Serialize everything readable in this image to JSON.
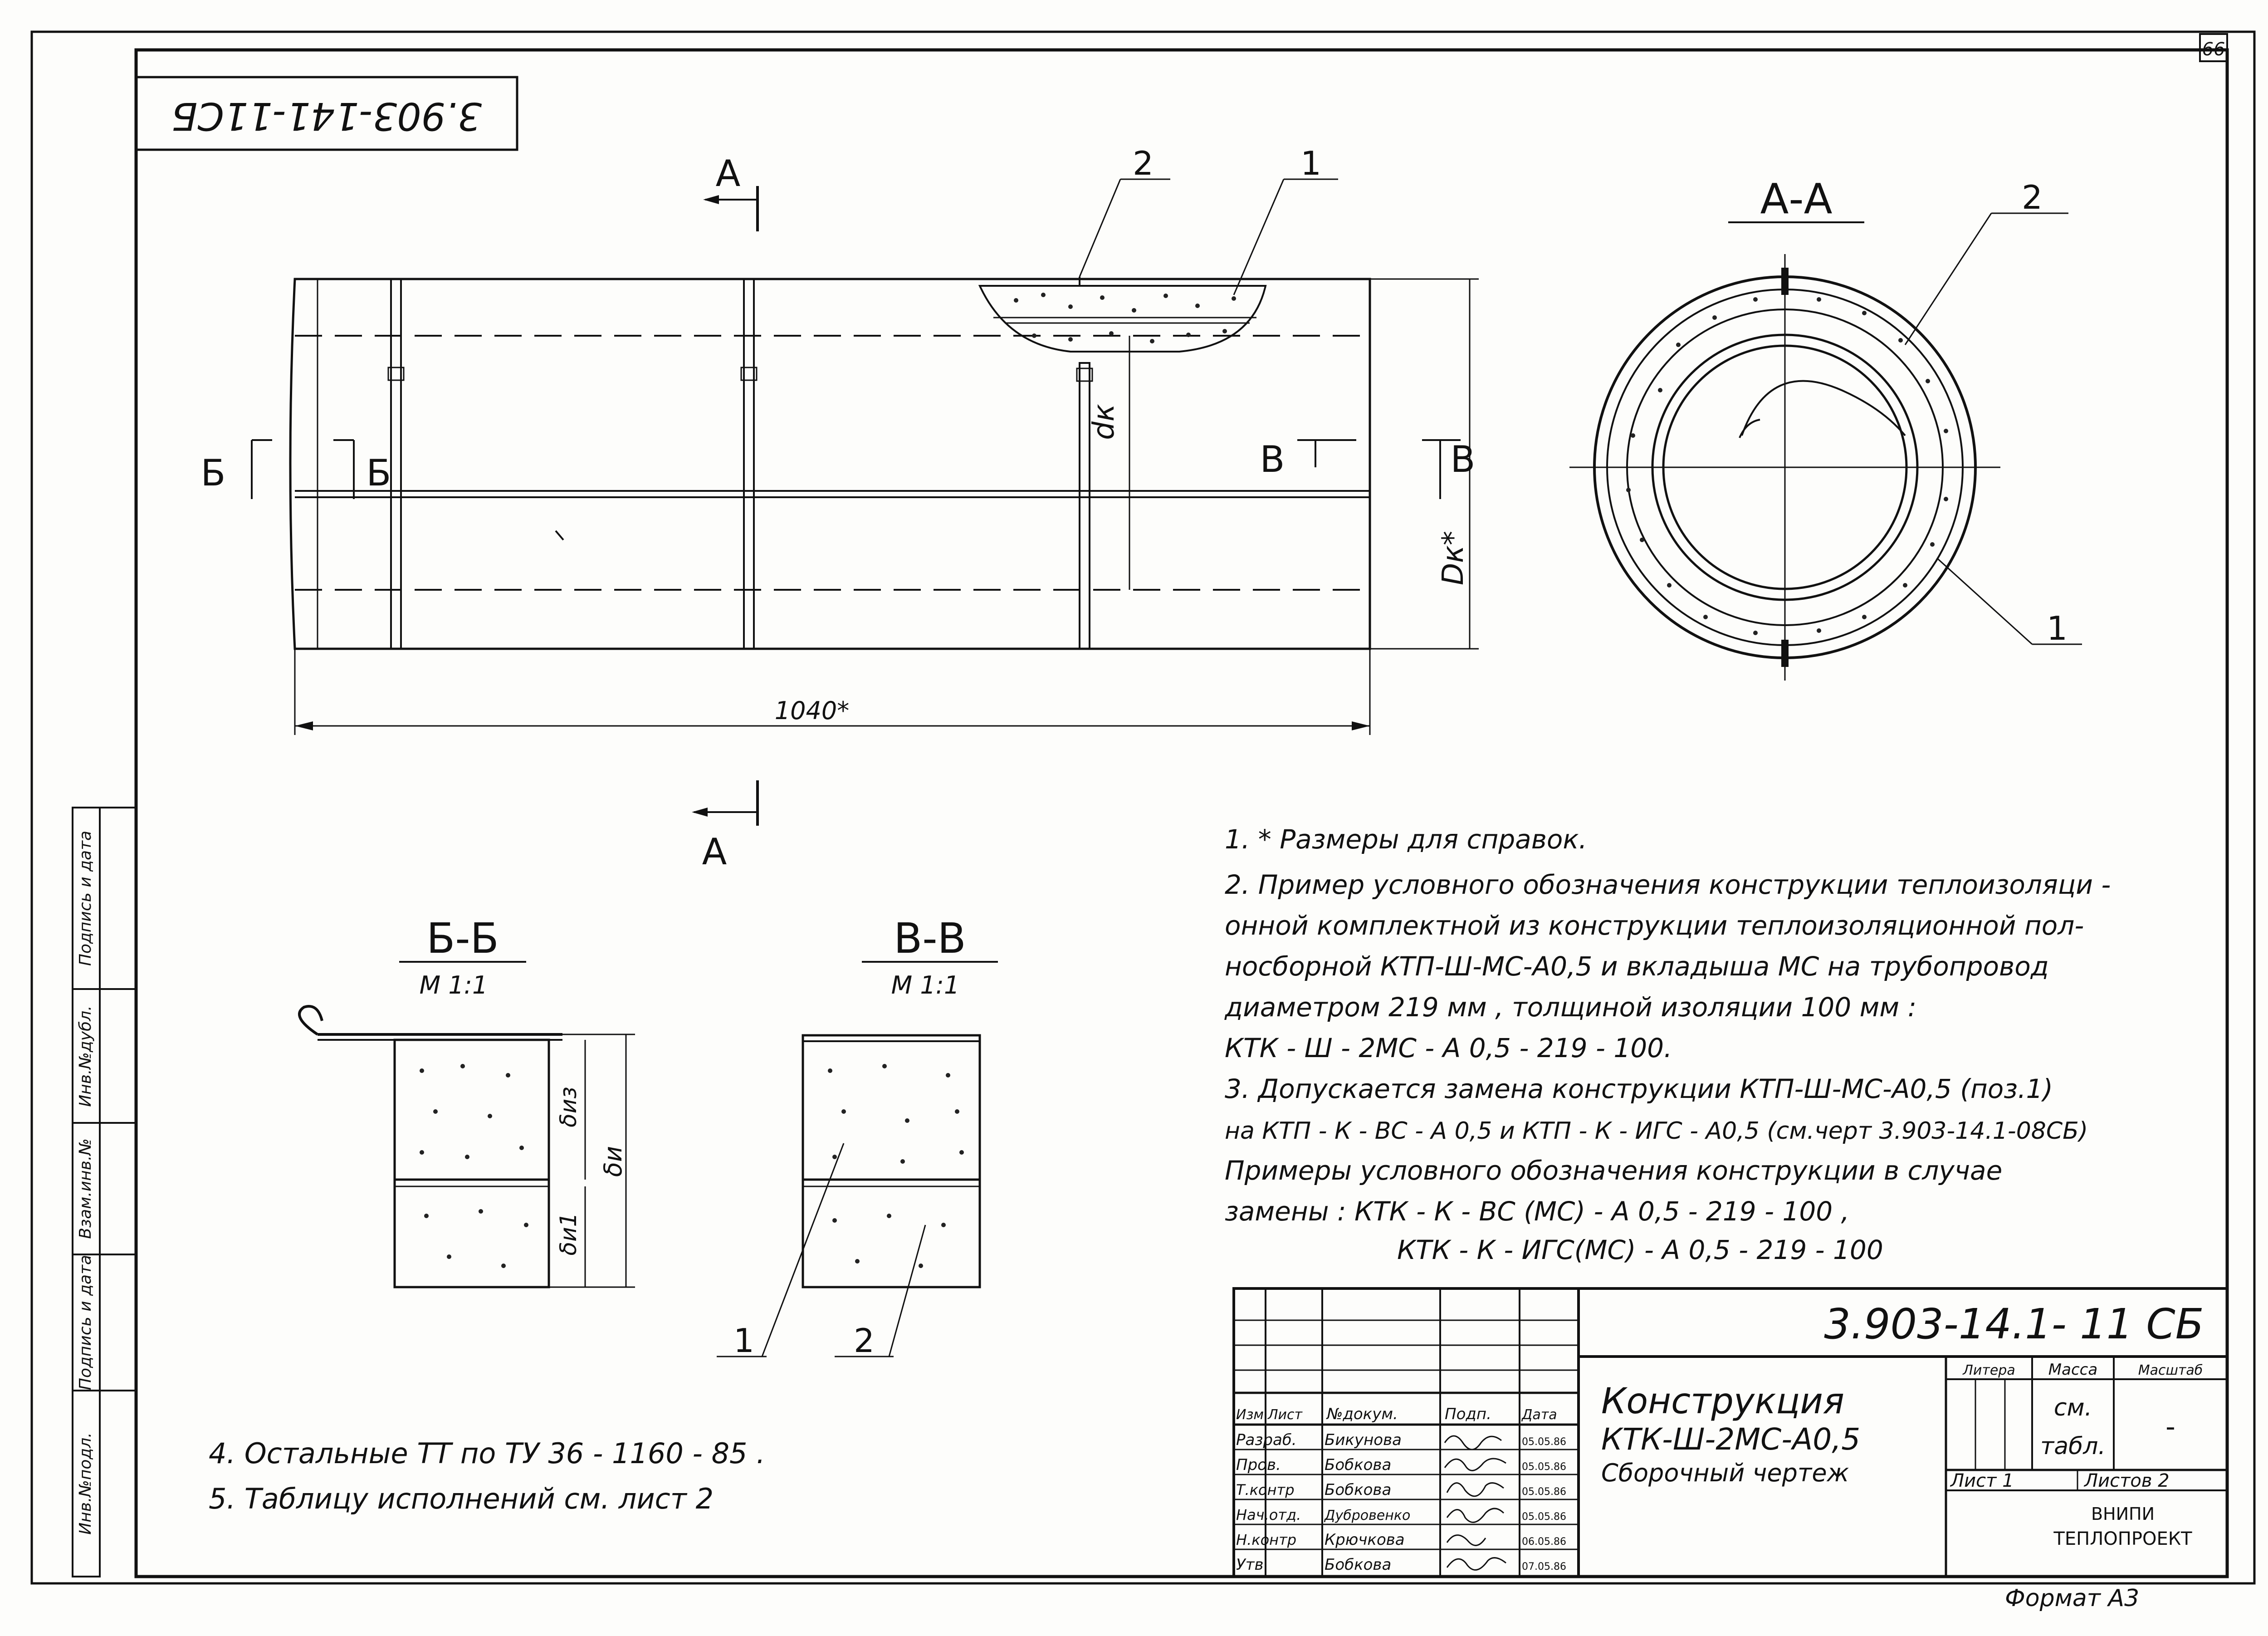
{
  "sheet": {
    "page_number": "66",
    "stamp_top_left": "3.903-141-11СБ",
    "format": "Формат А3"
  },
  "drawing": {
    "section_mark_a": "А",
    "leader_1": "1",
    "leader_2": "2",
    "mark_b": "Б",
    "mark_v": "В",
    "dim_dk": "dк",
    "dim_Dk": "Dк*",
    "dim_length": "1040*",
    "section_aa_title": "А-А",
    "section_bb_title": "Б-Б",
    "section_bb_scale": "М 1:1",
    "section_vv_title": "В-В",
    "section_vv_scale": "М 1:1",
    "dim_delta_iz": "δиз",
    "dim_delta_i": "δи",
    "dim_delta_i1": "δи1"
  },
  "notes": {
    "n1": "1. * Размеры для справок.",
    "n2_l1": "2. Пример условного обозначения конструкции теплоизоляци -",
    "n2_l2": "онной комплектной из конструкции теплоизоляционной пол-",
    "n2_l3": "носборной КТП-Ш-МС-А0,5 и вкладыша МС на трубопровод",
    "n2_l4": "диаметром 219 мм , толщиной изоляции 100 мм :",
    "n2_l5": "КТК - Ш - 2МС - А 0,5 - 219 - 100.",
    "n3_l1": "3. Допускается замена конструкции КТП-Ш-МС-А0,5 (поз.1)",
    "n3_l2": "на КТП - К - ВС - А 0,5 и КТП - К - ИГС - А0,5 (см.черт 3.903-14.1-08СБ)",
    "n3_l3": "Примеры условного обозначения конструкции в случае",
    "n3_l4": "замены : КТК - К - ВС (МС) - А 0,5 - 219 - 100 ,",
    "n3_l5": "КТК - К - ИГС(МС) - А 0,5 - 219 - 100",
    "n4": "4. Остальные ТТ по ТУ 36 - 1160 - 85 .",
    "n5": "5. Таблицу исполнений см. лист 2"
  },
  "left_strip": [
    "Инв.№подл.",
    "Подпись и дата",
    "Взам.инв.№",
    "Инв.№дубл.",
    "Подпись и дата"
  ],
  "title_block": {
    "designation": "3.903-14.1- 11 СБ",
    "title_l1": "Конструкция",
    "title_l2": "КТК-Ш-2МС-А0,5",
    "title_l3": "Сборочный чертеж",
    "litera_label": "Литера",
    "mass_label": "Масса",
    "scale_label": "Масштаб",
    "mass_value_l1": "см.",
    "mass_value_l2": "табл.",
    "scale_value": "-",
    "sheet_label": "Лист 1",
    "sheets_label": "Листов 2",
    "org_l1": "ВНИПИ",
    "org_l2": "ТЕПЛОПРОЕКТ",
    "header_izm": "Изм",
    "header_list": "Лист",
    "header_doc": "№докум.",
    "header_sign": "Подп.",
    "header_date": "Дата",
    "rows": [
      {
        "role": "Разраб.",
        "name": "Бикунова",
        "date": "05.05.86"
      },
      {
        "role": "Пров.",
        "name": "Бобкова",
        "date": "05.05.86"
      },
      {
        "role": "Т.контр",
        "name": "Бобкова",
        "date": "05.05.86"
      },
      {
        "role": "Нач.отд.",
        "name": "Дубровенко",
        "date": "05.05.86"
      },
      {
        "role": "Н.контр",
        "name": "Крючкова",
        "date": "06.05.86"
      },
      {
        "role": "Утв",
        "name": "Бобкова",
        "date": "07.05.86"
      }
    ]
  }
}
